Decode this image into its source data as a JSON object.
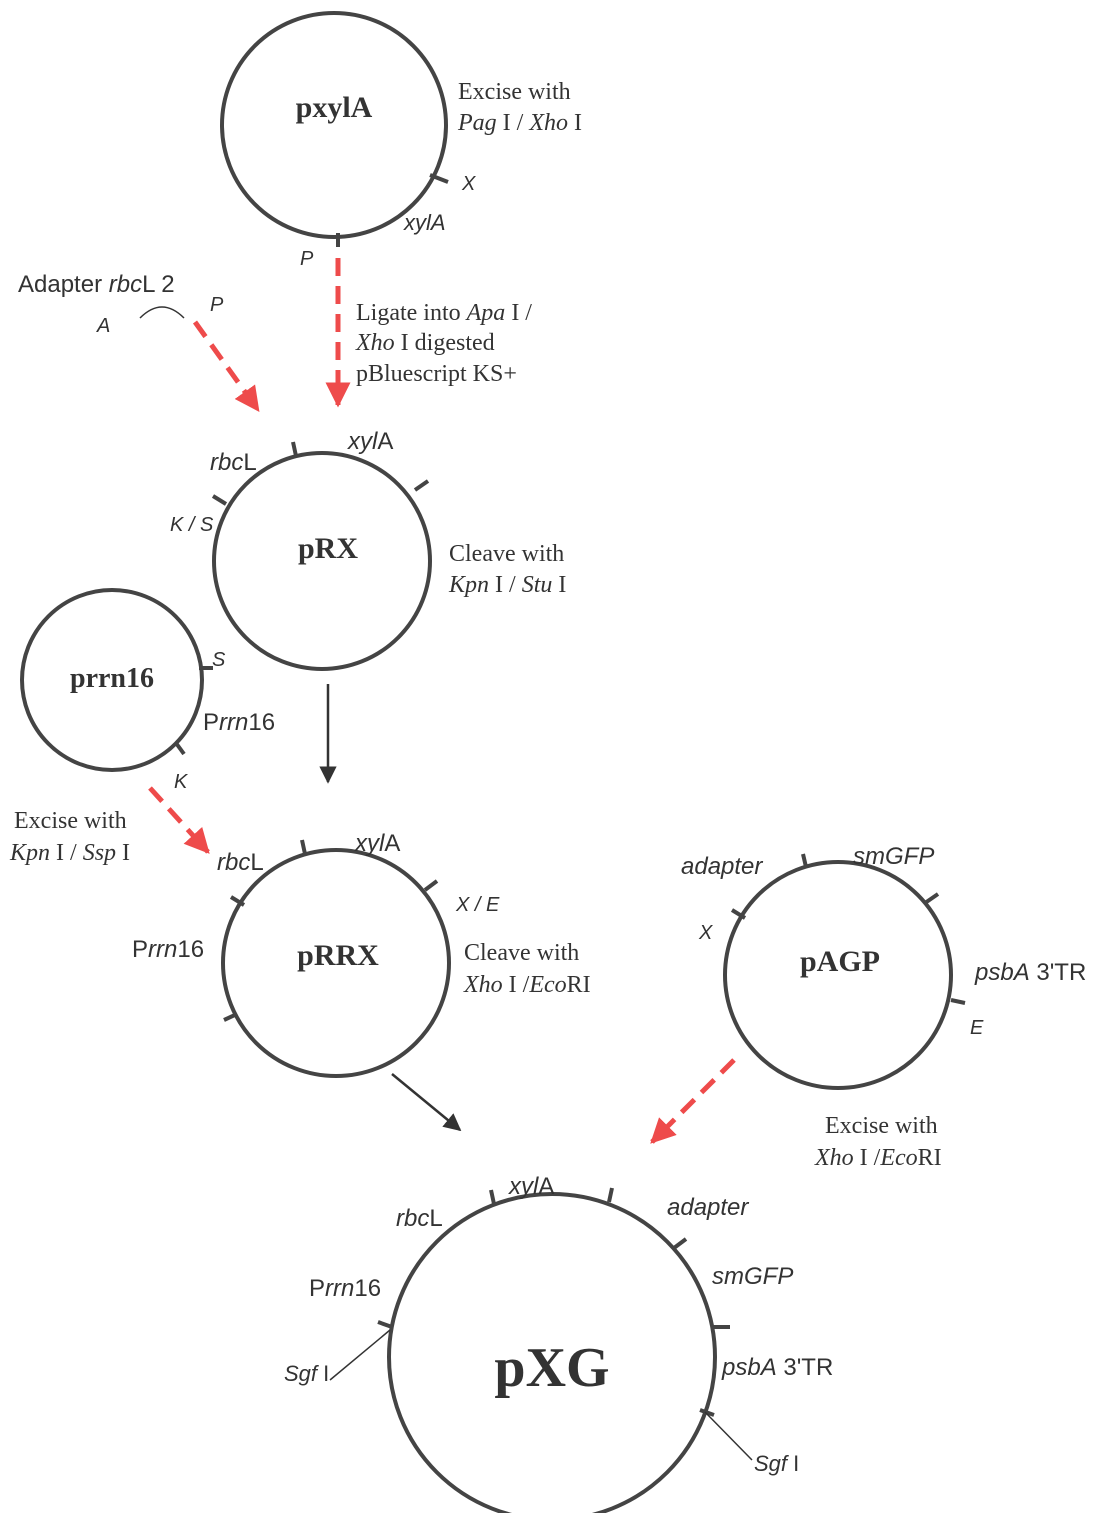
{
  "plasmids": {
    "pxylA": {
      "name": "pxylA",
      "gene": "xylA",
      "site_x": "X",
      "site_p": "P",
      "note_line1": "Excise with",
      "note_enz1": "Pag",
      "note_mid": " I / ",
      "note_enz2": "Xho",
      "note_end": " I"
    },
    "adapter": {
      "label_pre": "Adapter ",
      "label_gene": "rbc",
      "label_post": "L 2",
      "site_a": "A",
      "site_p": "P"
    },
    "ligate": {
      "line1_pre": "Ligate into ",
      "line1_enz": "Apa",
      "line1_post": " I /",
      "line2_enz": "Xho",
      "line2_post": " I digested",
      "line3": "pBluescript KS+"
    },
    "pRX": {
      "name": "pRX",
      "gene1": "rbc",
      "gene1_suffix": "L",
      "gene2": "xyl",
      "gene2_suffix": "A",
      "site_ks": "K / S",
      "note_line1": "Cleave with",
      "note_enz1": "Kpn",
      "note_mid": " I / ",
      "note_enz2": "Stu",
      "note_end": " I"
    },
    "prrn16": {
      "name": "prrn16",
      "gene_pre": "P",
      "gene_it": "rrn",
      "gene_post": "16",
      "site_s": "S",
      "site_k": "K",
      "note_line1": "Excise with",
      "note_enz1": "Kpn",
      "note_mid": " I / ",
      "note_enz2": "Ssp",
      "note_end": " I"
    },
    "pRRX": {
      "name": "pRRX",
      "gene1": "rbc",
      "gene1_suffix": "L",
      "gene2": "xyl",
      "gene2_suffix": "A",
      "site_xe": "X / E",
      "prom_pre": "P",
      "prom_it": "rrn",
      "prom_post": "16",
      "note_line1": "Cleave with",
      "note_enz1": "Xho",
      "note_mid": " I /",
      "note_enz2": "Eco",
      "note_end": "RI"
    },
    "pAGP": {
      "name": "pAGP",
      "gene1": "adapter",
      "gene2": "smGFP",
      "gene3_it": "psbA",
      "gene3_post": " 3'TR",
      "site_x": "X",
      "site_e": "E",
      "note_line1": "Excise with",
      "note_enz1": "Xho",
      "note_mid": " I /",
      "note_enz2": "Eco",
      "note_end": "RI"
    },
    "pXG": {
      "name": "pXG",
      "gene_rbc": "rbc",
      "gene_rbc_suffix": "L",
      "gene_xyl": "xyl",
      "gene_xyl_suffix": "A",
      "gene_adapter": "adapter",
      "gene_smgfp": "smGFP",
      "prom_pre": "P",
      "prom_it": "rrn",
      "prom_post": "16",
      "gene_psba_it": "psbA",
      "gene_psba_post": " 3'TR",
      "sgf_left": "Sgf",
      "sgf_left_suffix": " I",
      "sgf_right": "Sgf",
      "sgf_right_suffix": " I"
    }
  },
  "colors": {
    "stroke": "#444444",
    "text": "#333333",
    "red_arrow": "#ee4b4b"
  }
}
